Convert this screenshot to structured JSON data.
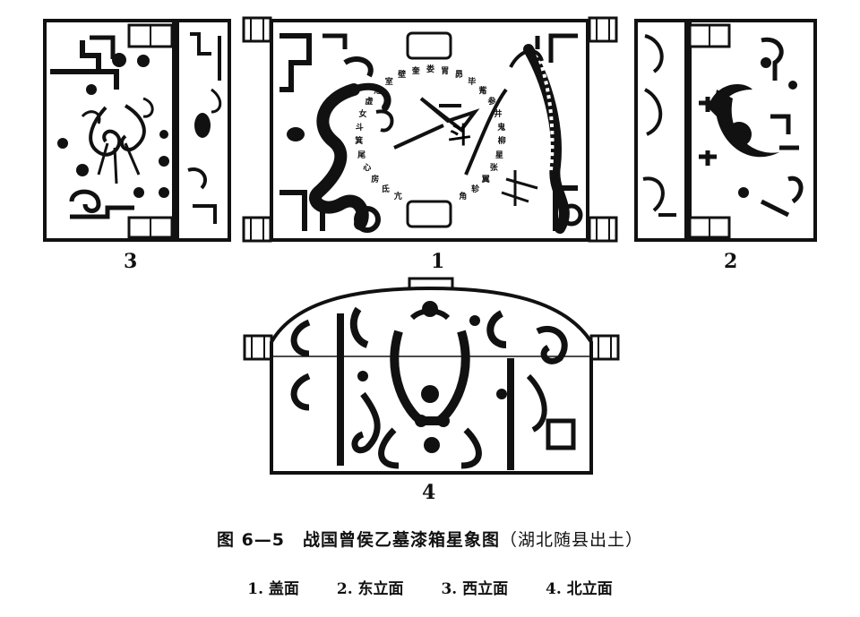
{
  "figure": {
    "panel_numbers": {
      "lid": "1",
      "east": "2",
      "west": "3",
      "north": "4"
    },
    "lid_inscription": [
      "亢",
      "氐",
      "房",
      "心",
      "尾",
      "箕",
      "斗",
      "女",
      "虚",
      "危",
      "室",
      "壁",
      "奎",
      "娄",
      "胃",
      "昴",
      "毕",
      "觜",
      "参",
      "井",
      "鬼",
      "柳",
      "星",
      "张",
      "翼",
      "轸",
      "角"
    ],
    "lid_center_glyph": "斗",
    "caption": {
      "title": "图 6—5　战国曾侯乙墓漆箱星象图",
      "source": "（湖北随县出土）"
    },
    "sublabels": [
      "1. 盖面",
      "2. 东立面",
      "3. 西立面",
      "4. 北立面"
    ]
  }
}
